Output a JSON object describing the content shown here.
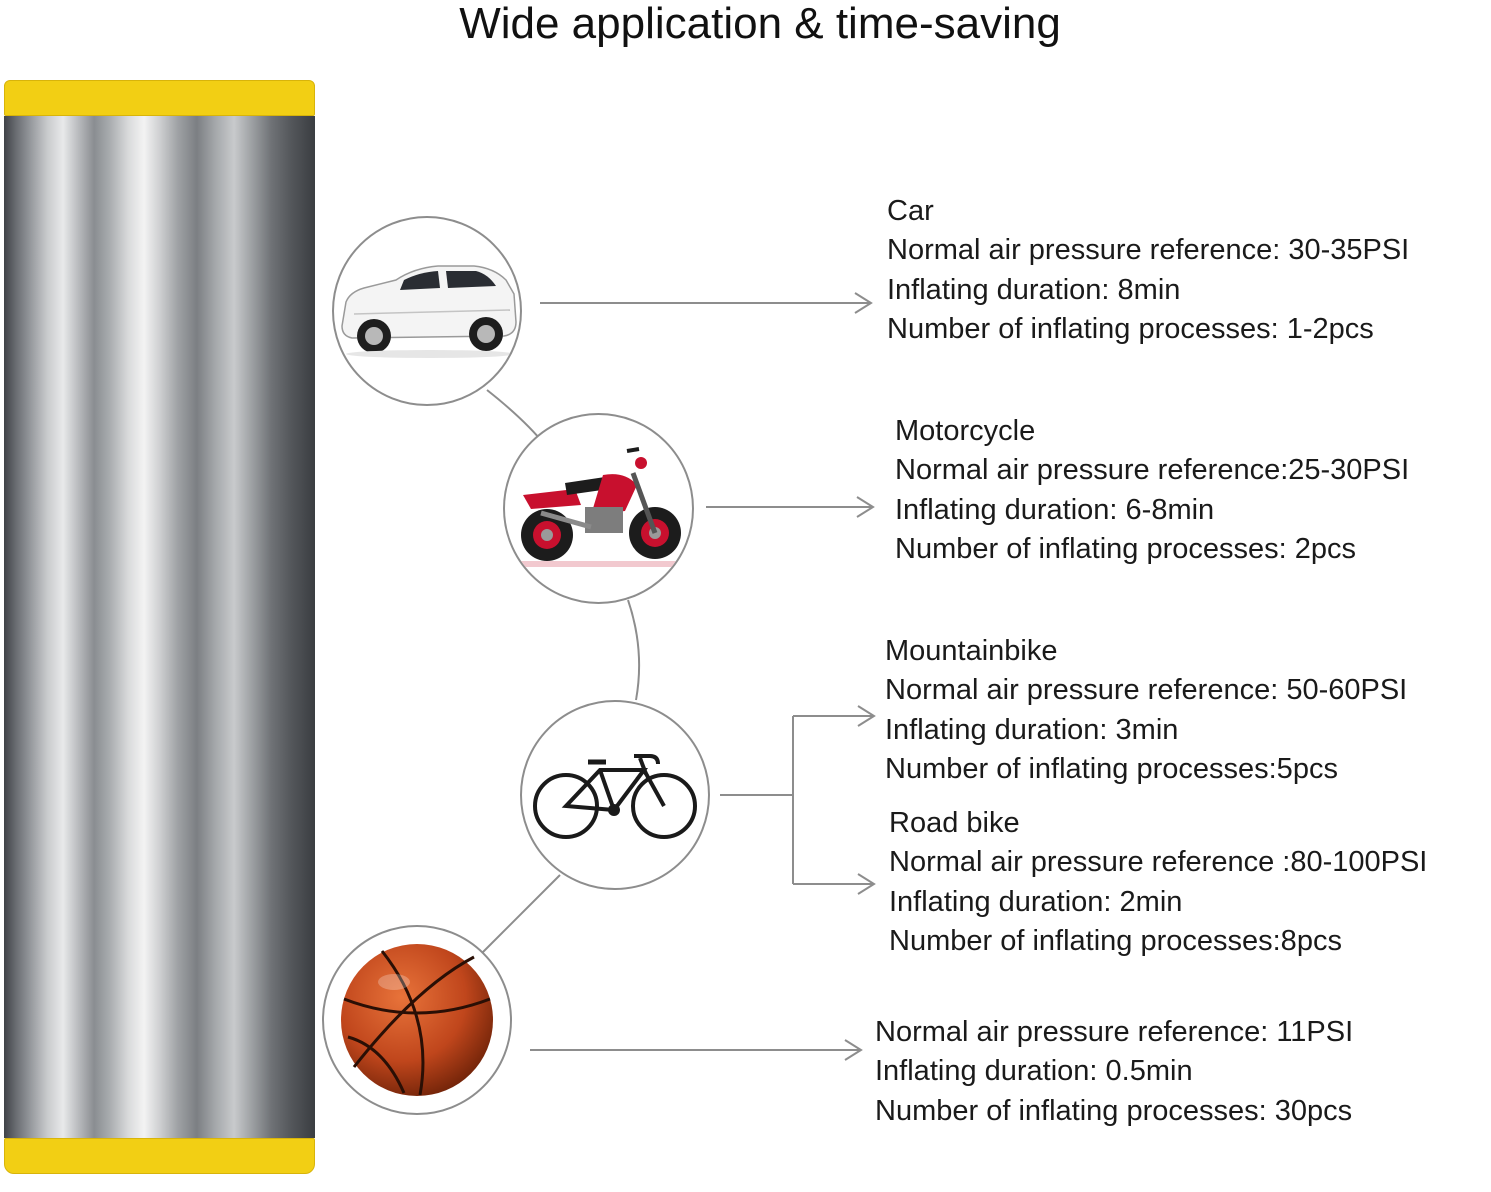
{
  "title": "Wide application & time-saving",
  "items": [
    {
      "name": "Car",
      "pressure": "Normal air pressure reference: 30-35PSI",
      "duration": "Inflating duration: 8min",
      "processes": "Number of inflating processes: 1-2pcs"
    },
    {
      "name": "Motorcycle",
      "pressure": "Normal air pressure reference:25-30PSI",
      "duration": "Inflating duration: 6-8min",
      "processes": "Number of inflating processes: 2pcs"
    },
    {
      "name": "Mountainbike",
      "pressure": "Normal air pressure reference: 50-60PSI",
      "duration": "Inflating duration: 3min",
      "processes": "Number of inflating processes:5pcs"
    },
    {
      "name": "Road bike",
      "pressure": "Normal air pressure reference :80-100PSI",
      "duration": "Inflating duration: 2min",
      "processes": "Number of inflating processes:8pcs"
    },
    {
      "pressure": "Normal air pressure reference: 11PSI",
      "duration": "Inflating duration: 0.5min",
      "processes": "Number of inflating processes: 30pcs"
    }
  ],
  "colors": {
    "cap_yellow": "#f2cf14",
    "connector_gray": "#8d8d8d",
    "car_body": "#f4f4f4",
    "motorcycle_red": "#c8102e",
    "basketball_orange": "#c0461c"
  },
  "icons": [
    "car-icon",
    "motorcycle-icon",
    "bicycle-icon",
    "basketball-icon"
  ]
}
